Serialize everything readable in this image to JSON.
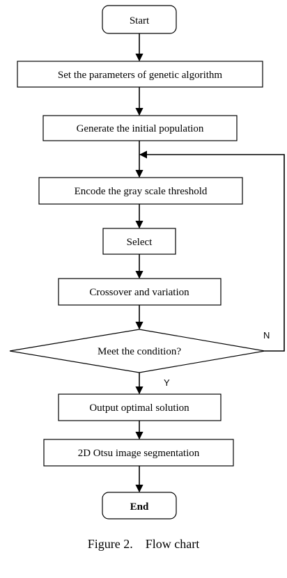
{
  "flowchart": {
    "start": "Start",
    "set_parameters": "Set the parameters of genetic algorithm",
    "generate_population": "Generate the initial population",
    "encode_threshold": "Encode the gray scale threshold",
    "select": "Select",
    "crossover_variation": "Crossover and variation",
    "meet_condition": "Meet the condition?",
    "output_solution": "Output optimal solution",
    "otsu_segmentation": "2D Otsu image segmentation",
    "end": "End",
    "yes_label": "Y",
    "no_label": "N"
  },
  "caption": "Figure 2.    Flow chart"
}
